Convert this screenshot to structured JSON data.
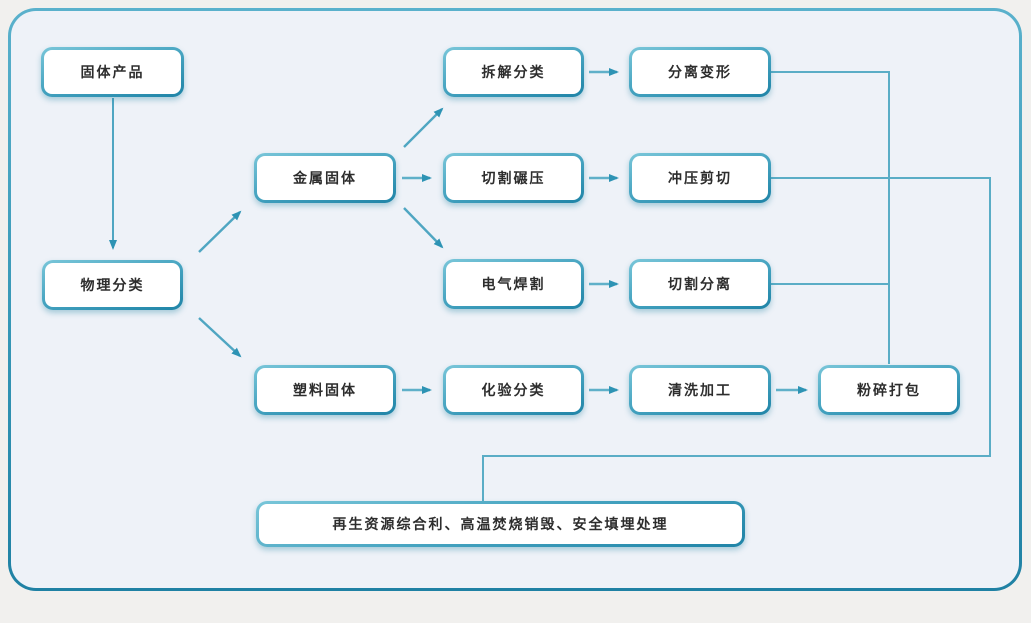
{
  "diagram": {
    "type": "flowchart",
    "language": "zh-CN",
    "canvas": {
      "background_outer": "#f1f0ee",
      "background_inner": "#eef2f8",
      "frame_border_top_color": "#5ab1cc",
      "frame_border_bottom_color": "#1f81a4"
    },
    "colors": {
      "node_border_light": "#79c6d9",
      "node_border_dark": "#1f84a7",
      "node_fill": "#ffffff",
      "connector": "#4fa6c2",
      "arrowhead": "#2d93b4",
      "text": "#2d2d2d"
    },
    "nodes": [
      {
        "id": "solid-product",
        "label": "固体产品"
      },
      {
        "id": "physical-sort",
        "label": "物理分类"
      },
      {
        "id": "metal-solid",
        "label": "金属固体"
      },
      {
        "id": "plastic-solid",
        "label": "塑料固体"
      },
      {
        "id": "dismantle-sort",
        "label": "拆解分类"
      },
      {
        "id": "cut-roll",
        "label": "切割碾压"
      },
      {
        "id": "electric-weld-cut",
        "label": "电气焊割"
      },
      {
        "id": "lab-test-sort",
        "label": "化验分类"
      },
      {
        "id": "separate-deform",
        "label": "分离变形"
      },
      {
        "id": "stamp-shear",
        "label": "冲压剪切"
      },
      {
        "id": "cut-separate",
        "label": "切割分离"
      },
      {
        "id": "wash-process",
        "label": "清洗加工"
      },
      {
        "id": "crush-pack",
        "label": "粉碎打包"
      },
      {
        "id": "final-disposal",
        "label": "再生资源综合利、高温焚烧销毁、安全填埋处理"
      }
    ],
    "edges": [
      {
        "from": "solid-product",
        "to": "physical-sort",
        "arrowhead": true
      },
      {
        "from": "physical-sort",
        "to": "metal-solid",
        "arrowhead": true
      },
      {
        "from": "physical-sort",
        "to": "plastic-solid",
        "arrowhead": true
      },
      {
        "from": "metal-solid",
        "to": "dismantle-sort",
        "arrowhead": true
      },
      {
        "from": "metal-solid",
        "to": "cut-roll",
        "arrowhead": true
      },
      {
        "from": "metal-solid",
        "to": "electric-weld-cut",
        "arrowhead": true
      },
      {
        "from": "plastic-solid",
        "to": "lab-test-sort",
        "arrowhead": true
      },
      {
        "from": "dismantle-sort",
        "to": "separate-deform",
        "arrowhead": true
      },
      {
        "from": "cut-roll",
        "to": "stamp-shear",
        "arrowhead": true
      },
      {
        "from": "electric-weld-cut",
        "to": "cut-separate",
        "arrowhead": true
      },
      {
        "from": "lab-test-sort",
        "to": "wash-process",
        "arrowhead": true
      },
      {
        "from": "wash-process",
        "to": "crush-pack",
        "arrowhead": true
      },
      {
        "from": "separate-deform",
        "to": "crush-pack",
        "arrowhead": false
      },
      {
        "from": "cut-separate",
        "to": "crush-pack",
        "arrowhead": false
      },
      {
        "from": "stamp-shear",
        "to": "final-disposal",
        "arrowhead": false
      }
    ]
  }
}
